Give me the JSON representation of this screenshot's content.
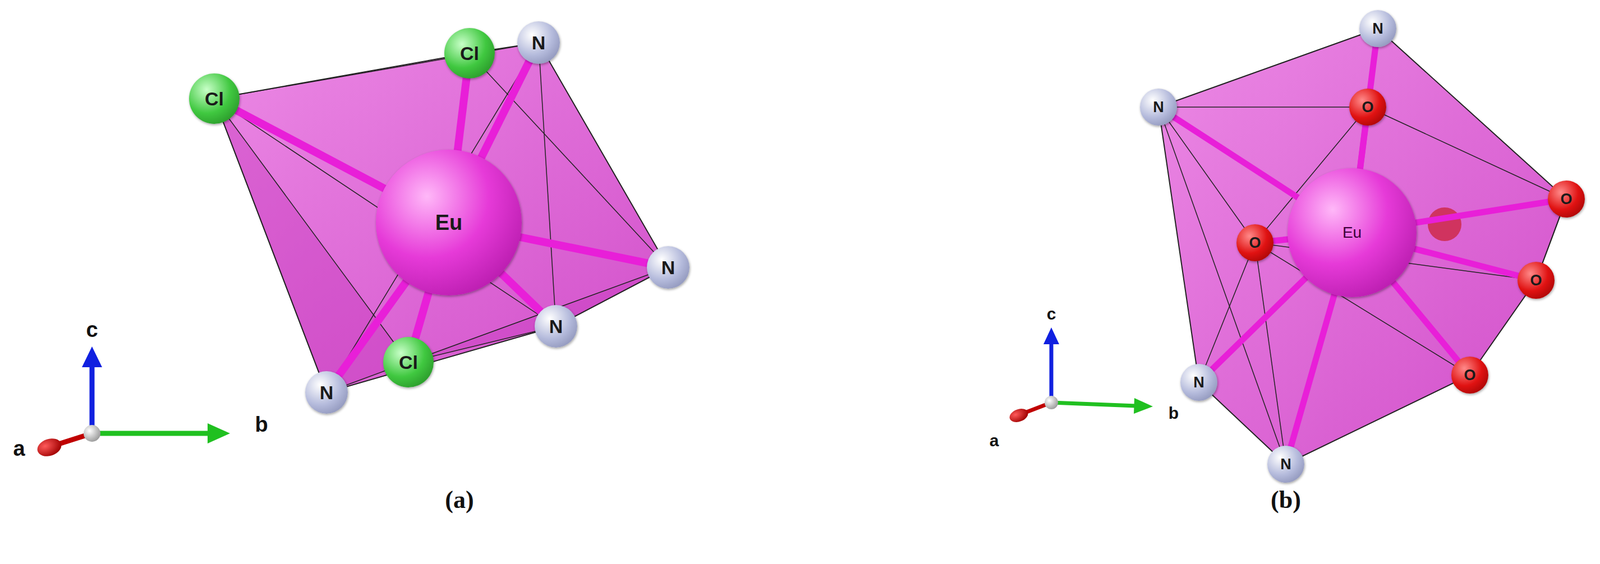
{
  "diagram": {
    "nodes": [
      {
        "text": [
          "Cl"
        ]
      },
      {
        "text": [
          "N"
        ]
      },
      {
        "text": [
          "Cl"
        ]
      },
      {
        "text": [
          "Eu"
        ]
      },
      {
        "text": [
          "N"
        ]
      },
      {
        "text": [
          "N"
        ]
      },
      {
        "text": [
          "Cl"
        ]
      },
      {
        "text": [
          "N"
        ]
      },
      {
        "text": [
          "N"
        ]
      },
      {
        "text": [
          "N"
        ]
      },
      {
        "text": [
          "O"
        ]
      },
      {
        "text": [
          "O"
        ]
      },
      {
        "text": [
          "Eu"
        ]
      },
      {
        "text": [
          "O"
        ]
      },
      {
        "text": [
          "O"
        ]
      },
      {
        "text": [
          "O"
        ]
      },
      {
        "text": [
          "N"
        ]
      },
      {
        "text": [
          "N"
        ]
      }
    ],
    "edges": [
      {
        "from": 3,
        "to": 0,
        "arrow": "none"
      },
      {
        "from": 3,
        "to": 1,
        "arrow": "none"
      },
      {
        "from": 3,
        "to": 2,
        "arrow": "none"
      },
      {
        "from": 3,
        "to": 4,
        "arrow": "none"
      },
      {
        "from": 3,
        "to": 5,
        "arrow": "none"
      },
      {
        "from": 3,
        "to": 6,
        "arrow": "none"
      },
      {
        "from": 3,
        "to": 7,
        "arrow": "none"
      },
      {
        "from": 12,
        "to": 8,
        "arrow": "none"
      },
      {
        "from": 12,
        "to": 9,
        "arrow": "none"
      },
      {
        "from": 12,
        "to": 10,
        "arrow": "none"
      },
      {
        "from": 12,
        "to": 11,
        "arrow": "none"
      },
      {
        "from": 12,
        "to": 13,
        "arrow": "none"
      },
      {
        "from": 12,
        "to": 14,
        "arrow": "none"
      },
      {
        "from": 12,
        "to": 15,
        "arrow": "none"
      },
      {
        "from": 12,
        "to": 16,
        "arrow": "none"
      },
      {
        "from": 12,
        "to": 17,
        "arrow": "none"
      }
    ],
    "labels": [
      "c",
      "b",
      "a",
      "(a)",
      "c",
      "b",
      "a",
      "(b)"
    ]
  }
}
